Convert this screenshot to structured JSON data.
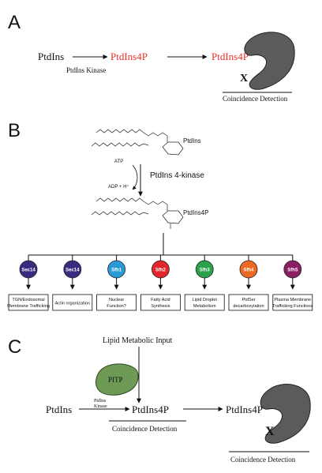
{
  "panelA": {
    "label": "A",
    "ptdins": "PtdIns",
    "kinase": "PtdIns Kinase",
    "ptdins4p_1": "PtdIns4P",
    "ptdins4p_2": "PtdIns4P",
    "x": "X",
    "coincidence": "Coincidence Detection",
    "colors": {
      "red": "#e8302a",
      "effector": "#5b5b5b"
    }
  },
  "panelB": {
    "label": "B",
    "ptdins": "PtdIns",
    "atp": "ATP",
    "adp": "ADP + H⁺",
    "kinase": "PtdIns 4-kinase",
    "ptdins4p": "PtdIns4P",
    "proteins": [
      {
        "name": "Sec14",
        "color": "#3b2a82",
        "function": [
          "TGN/Endosomal",
          "Membrane Trafficking"
        ]
      },
      {
        "name": "Sec14",
        "color": "#3b2a82",
        "function": [
          "Actin organization"
        ]
      },
      {
        "name": "Sfh1",
        "color": "#2a9ad6",
        "function": [
          "Nuclear",
          "Function?"
        ]
      },
      {
        "name": "Sfh2",
        "color": "#e3262a",
        "function": [
          "Fatty Acid",
          "Synthesis"
        ]
      },
      {
        "name": "Sfh3",
        "color": "#2aa14a",
        "function": [
          "Lipid Droplet",
          "Metabolism"
        ]
      },
      {
        "name": "Sfh4",
        "color": "#ee6a24",
        "function": [
          "PtdSer",
          "decarboxylation"
        ]
      },
      {
        "name": "Sfh5",
        "color": "#8b1f63",
        "function": [
          "Plasma Membrane",
          "Trafficking Functions"
        ]
      }
    ]
  },
  "panelC": {
    "label": "C",
    "lipid_input": "Lipid Metabolic Input",
    "pitp": "PITP",
    "ptdins": "PtdIns",
    "kinase_line1": "PtdIns",
    "kinase_line2": "Kinase",
    "ptdins4p_1": "PtdIns4P",
    "ptdins4p_2": "PtdIns4P",
    "x": "X",
    "coincidence_1": "Coincidence Detection",
    "coincidence_2": "Coincidence Detection",
    "colors": {
      "pitp": "#6f9a55",
      "effector": "#5b5b5b"
    }
  }
}
